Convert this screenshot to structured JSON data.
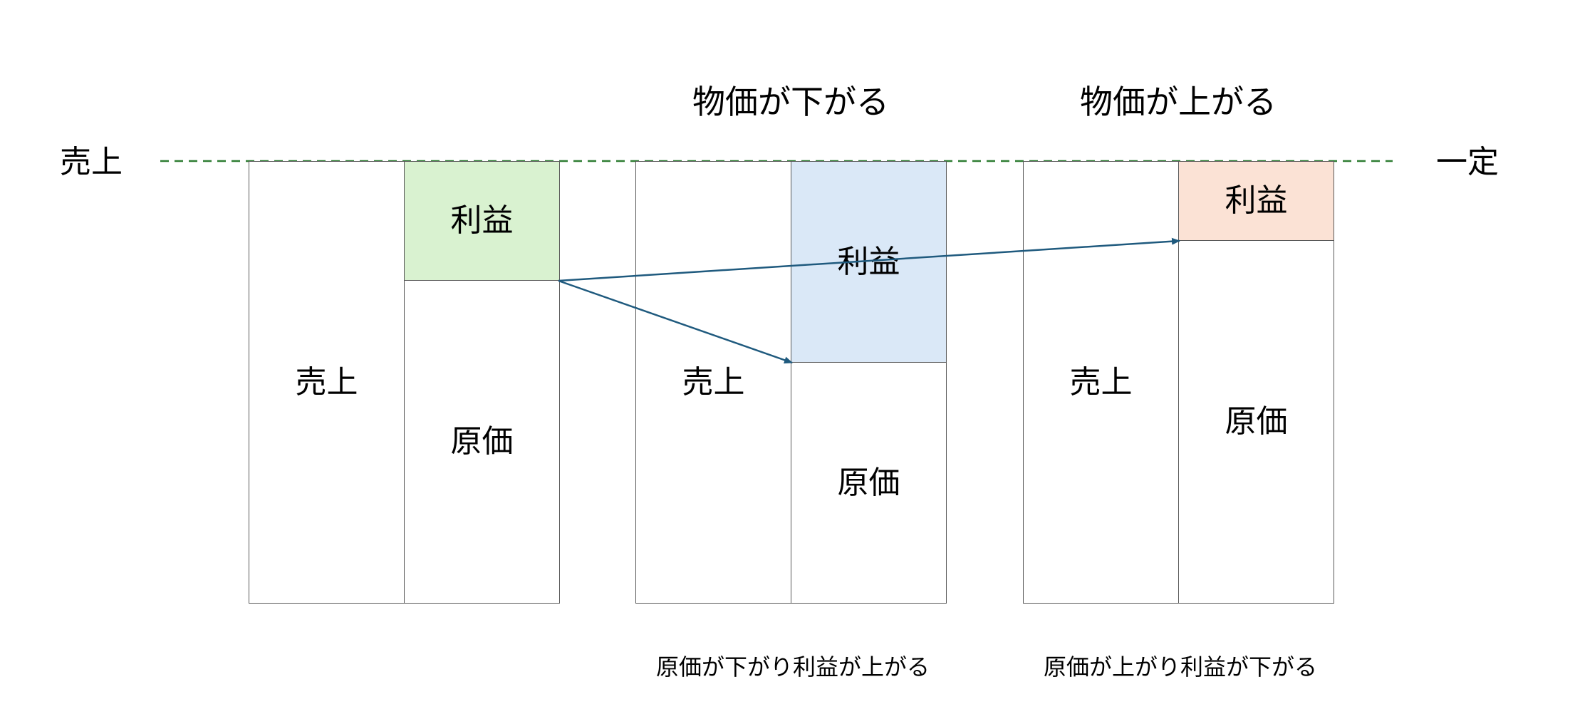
{
  "sales_line": {
    "left_label": "売上",
    "right_label": "一定",
    "color": "#2e7d32"
  },
  "scenario_titles": {
    "price_down": "物価が下がる",
    "price_up": "物価が上がる"
  },
  "captions": {
    "price_down": "原価が下がり利益が上がる",
    "price_up": "原価が上がり利益が下がる"
  },
  "groups": [
    {
      "sales_label": "売上",
      "profit_label": "利益",
      "cost_label": "原価",
      "profit_share": 0.27,
      "profit_color": "#d9f2d0"
    },
    {
      "sales_label": "売上",
      "profit_label": "利益",
      "cost_label": "原価",
      "profit_share": 0.455,
      "profit_color": "#dae8f7"
    },
    {
      "sales_label": "売上",
      "profit_label": "利益",
      "cost_label": "原価",
      "profit_share": 0.18,
      "profit_color": "#fbe2d5"
    }
  ],
  "arrow_color": "#1f5a7e"
}
